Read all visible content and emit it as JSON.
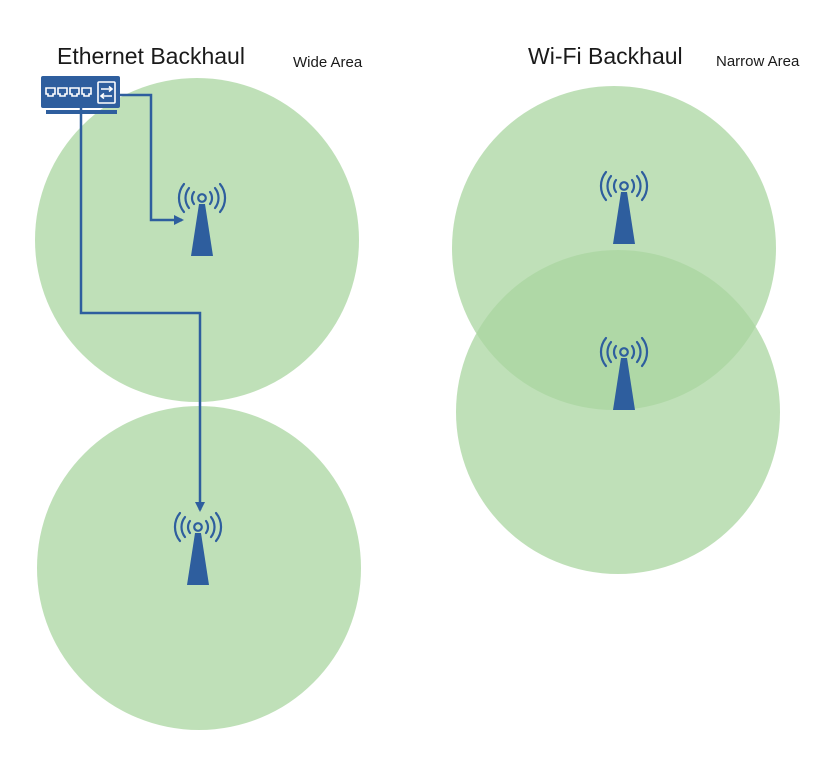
{
  "sections": {
    "ethernet": {
      "title": "Ethernet Backhaul",
      "subtitle": "Wide Area"
    },
    "wifi": {
      "title": "Wi-Fi Backhaul",
      "subtitle": "Narrow Area"
    }
  },
  "icons": {
    "switch": "network-switch-icon",
    "access_point": "wireless-access-point-icon"
  },
  "colors": {
    "coverage": "#a9d6a0",
    "device": "#2e5e9e",
    "text": "#1a1a1a"
  }
}
